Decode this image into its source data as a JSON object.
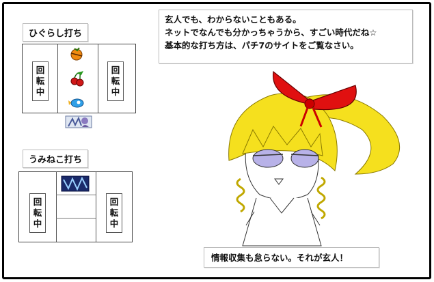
{
  "higurashi": {
    "title": "ひぐらし打ち",
    "left_reel": "回転中",
    "right_reel": "回転中",
    "symbols": [
      "orange-fruit-icon",
      "cherry-icon",
      "blue-bird-icon"
    ],
    "logo": "character-logo-icon"
  },
  "umineko": {
    "title": "うみねこ打ち",
    "left_reel": "回転中",
    "right_reel": "回転中",
    "symbols": [
      "logo-block-icon"
    ]
  },
  "bubble_top": {
    "line1": "玄人でも、わからないこともある。",
    "line2": "ネットでなんでも分かっちゃうから、すごい時代だね☆",
    "line3": "基本的な打ち方は、パチ7のサイトをご覧なさい。"
  },
  "bubble_bottom": {
    "text": "情報収集も怠らない。それが玄人！"
  },
  "colors": {
    "hair": "#f5e01e",
    "ribbon": "#e01010",
    "eyes": "#b8b2e8",
    "border": "#000000"
  }
}
